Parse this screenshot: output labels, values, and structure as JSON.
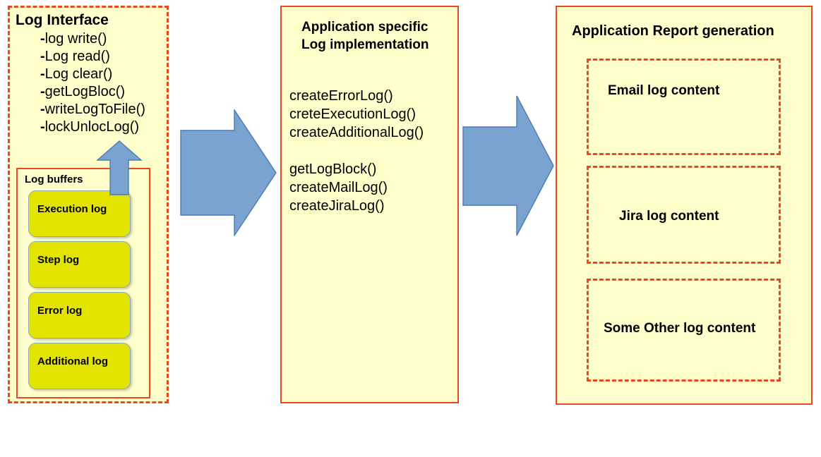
{
  "colors": {
    "panel_background": "#FFFFCC",
    "panel_border": "#E8491E",
    "buffer_fill": "#E3E300",
    "buffer_border": "#8FA8C0",
    "arrow_fill": "#7BA3D0",
    "arrow_border": "#4A7AB5",
    "text": "#000000"
  },
  "panel_log_interface": {
    "title": "Log Interface",
    "methods": [
      "-log write()",
      "-Log read()",
      "-Log clear()",
      "-getLogBloc()",
      "-writeLogToFile()",
      "-lockUnlocLog()"
    ],
    "log_buffers": {
      "title": "Log buffers",
      "items": [
        {
          "label": "Execution log"
        },
        {
          "label": "Step log"
        },
        {
          "label": "Error log"
        },
        {
          "label": "Additional log"
        }
      ]
    }
  },
  "panel_log_implementation": {
    "title_line_1": "Application specific",
    "title_line_2": "Log implementation",
    "methods_group_1": [
      "createErrorLog()",
      "creteExecutionLog()",
      "createAdditionalLog()"
    ],
    "methods_group_2": [
      "getLogBlock()",
      "createMailLog()",
      "createJiraLog()"
    ]
  },
  "panel_report_generation": {
    "title": "Application Report generation",
    "boxes": [
      {
        "label": "Email log content"
      },
      {
        "label": "Jira log content"
      },
      {
        "label": "Some Other log content"
      }
    ]
  },
  "arrows": [
    {
      "name": "arrow-up-buffers-to-interface",
      "direction": "up"
    },
    {
      "name": "arrow-interface-to-implementation",
      "direction": "right"
    },
    {
      "name": "arrow-implementation-to-report",
      "direction": "right"
    }
  ]
}
